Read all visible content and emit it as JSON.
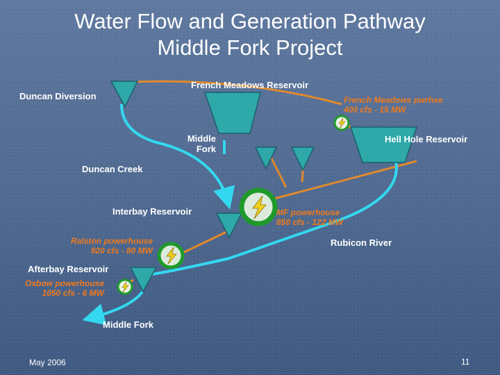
{
  "slide": {
    "title_line1": "Water Flow and Generation Pathway",
    "title_line2": "Middle Fork Project",
    "footer_date": "May 2006",
    "page_number": "11"
  },
  "labels": {
    "french_meadows_reservoir": "French Meadows Reservoir",
    "duncan_diversion": "Duncan Diversion",
    "fm_powerhouse_line1": "French Meadows  pwrhse",
    "fm_powerhouse_line2": "400 cfs - 15 MW",
    "middle_fork_line1": "Middle",
    "middle_fork_line2": "Fork",
    "hell_hole_reservoir": "Hell Hole Reservoir",
    "duncan_creek": "Duncan Creek",
    "interbay_reservoir": "Interbay Reservoir",
    "mf_powerhouse_line1": "MF powerhouse",
    "mf_powerhouse_line2": "850 cfs - 122 MW",
    "ralston_line1": "Ralston powerhouse",
    "ralston_line2": "920 cfs - 80 MW",
    "rubicon_river": "Rubicon River",
    "afterbay_reservoir": "Afterbay Reservoir",
    "oxbow_line1": "Oxbow powerhouse",
    "oxbow_line2": "1050 cfs - 6 MW",
    "middle_fork_bottom": "Middle Fork"
  },
  "colors": {
    "water": "#33d8f0",
    "tunnel": "#e08a2c",
    "reservoir_fill": "#2ea8a8",
    "powerhouse_ring": "#1f9a2a",
    "bolt": "#f2d21c",
    "label_italic": "#f07a1e"
  },
  "icons": {
    "reservoir": "inverted-triangle-icon",
    "powerhouse": "lightning-bolt-icon",
    "flow_direction": "arrow-icon"
  }
}
